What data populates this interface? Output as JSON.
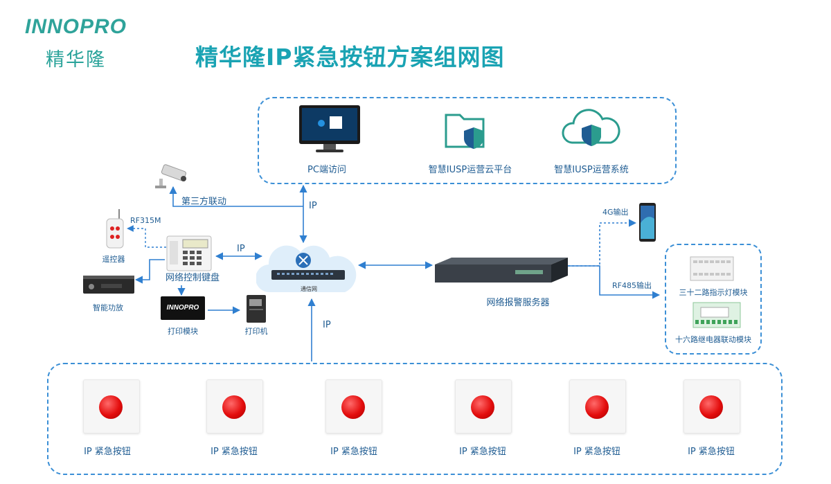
{
  "logo": {
    "brand_en": "INNOPRO",
    "brand_cn": "精华隆"
  },
  "title": "精华隆IP紧急按钮方案组网图",
  "platform": {
    "pc_label": "PC端访问",
    "cloud_platform_label": "智慧IUSP运营云平台",
    "ops_system_label": "智慧IUSP运营系统"
  },
  "links": {
    "ip_top": "IP",
    "ip_keypad": "IP",
    "ip_bottom": "IP",
    "third_party": "第三方联动",
    "rf315": "RF315M",
    "out_4g": "4G输出",
    "out_rf485": "RF485输出"
  },
  "devices": {
    "remote": "遥控器",
    "keypad": "网络控制键盘",
    "amplifier": "智能功放",
    "print_module": "打印模块",
    "print_module_brand": "INNOPRO",
    "printer": "打印机",
    "switch_caption": "通信网",
    "server": "网络报警服务器",
    "led_module": "三十二路指示灯模块",
    "relay_module": "十六路继电器联动模块"
  },
  "buttons": [
    "IP 紧急按钮",
    "IP 紧急按钮",
    "IP 紧急按钮",
    "IP 紧急按钮",
    "IP 紧急按钮",
    "IP 紧急按钮"
  ],
  "colors": {
    "accent": "#3b8fd6",
    "title": "#1aa3b3",
    "logo": "#2fa39a",
    "button_red": "#e30d0d"
  }
}
